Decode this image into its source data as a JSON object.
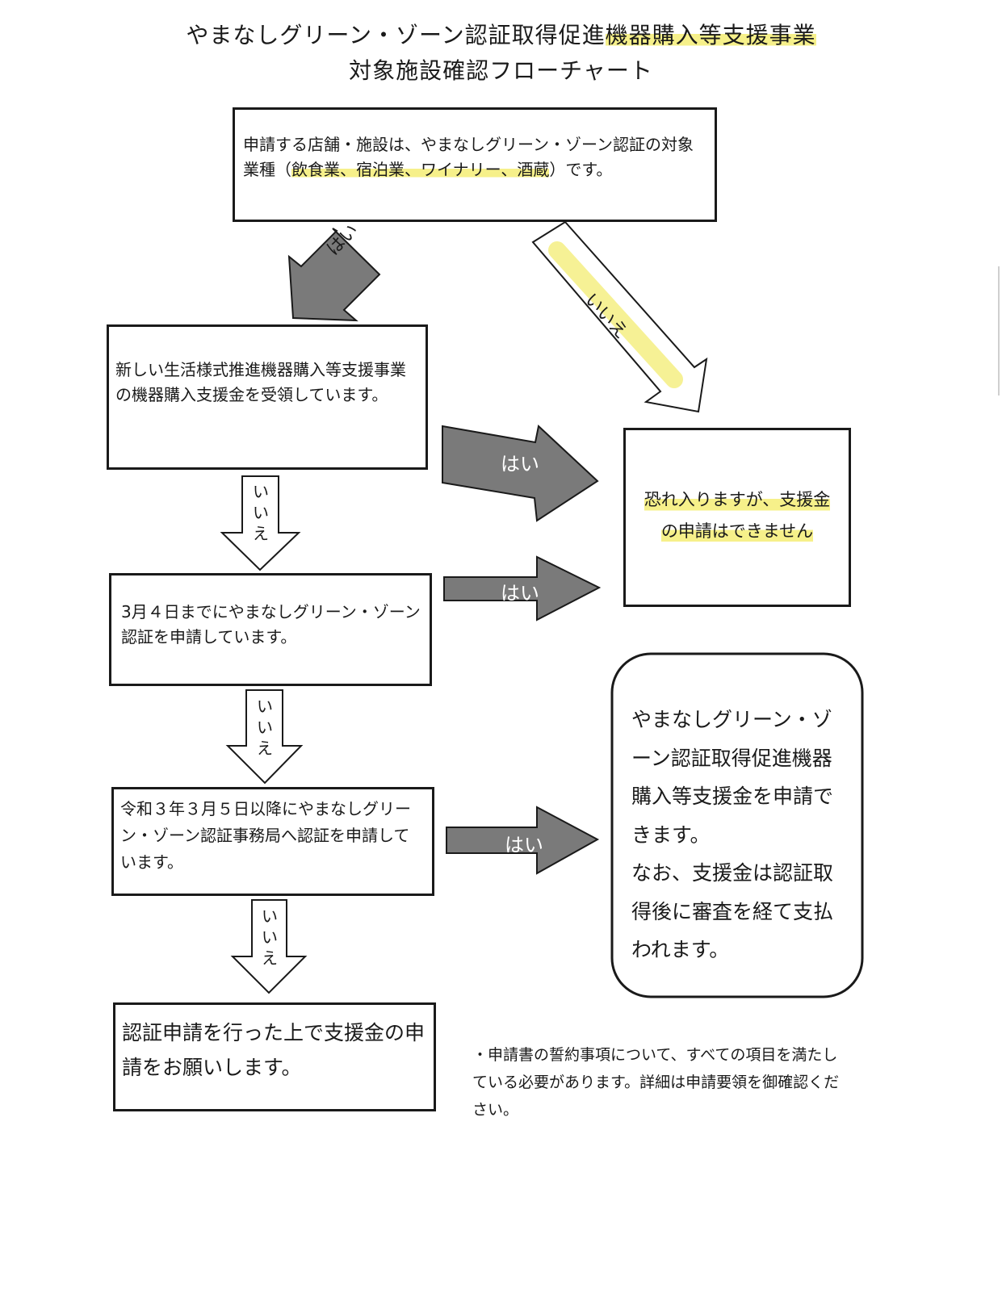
{
  "title": {
    "line1_plain": "やまなしグリーン・ゾーン認証取得促進",
    "line1_highlight": "機器購入等支援事業",
    "line2": "対象施設確認フローチャート"
  },
  "q1": {
    "text_a": "申請する店舗・施設は、やまなしグリーン・ゾーン認証の対象業種（",
    "text_hl": "飲食業、宿泊業、ワイナリー、酒蔵",
    "text_b": "）です。"
  },
  "q2": {
    "text": "新しい生活様式推進機器購入等支援事業の機器購入支援金を受領しています。"
  },
  "q3": {
    "text": "3月４日までにやまなしグリーン・ゾーン認証を申請しています。"
  },
  "q4": {
    "text": "令和３年３月５日以降にやまなしグリーン・ゾーン認証事務局へ認証を申請しています。"
  },
  "result_ng": {
    "line1": "恐れ入りますが、支援金",
    "line2": "の申請はできません"
  },
  "result_ok": {
    "text": "やまなしグリーン・ゾーン認証取得促進機器購入等支援金を申請できます。",
    "text2": "なお、支援金は認証取得後に審査を経て支払われます。"
  },
  "result_apply": {
    "text": "認証申請を行った上で支援金の申請をお願いします。"
  },
  "labels": {
    "yes": "はい",
    "no": "いいえ"
  },
  "note": {
    "text": "・申請書の誓約事項について、すべての項目を満たしている必要があります。詳細は申請要領を御確認ください。"
  },
  "colors": {
    "arrow_fill": "#7a7a7a",
    "highlight": "#f6f08a",
    "line": "#1a1a1a"
  }
}
